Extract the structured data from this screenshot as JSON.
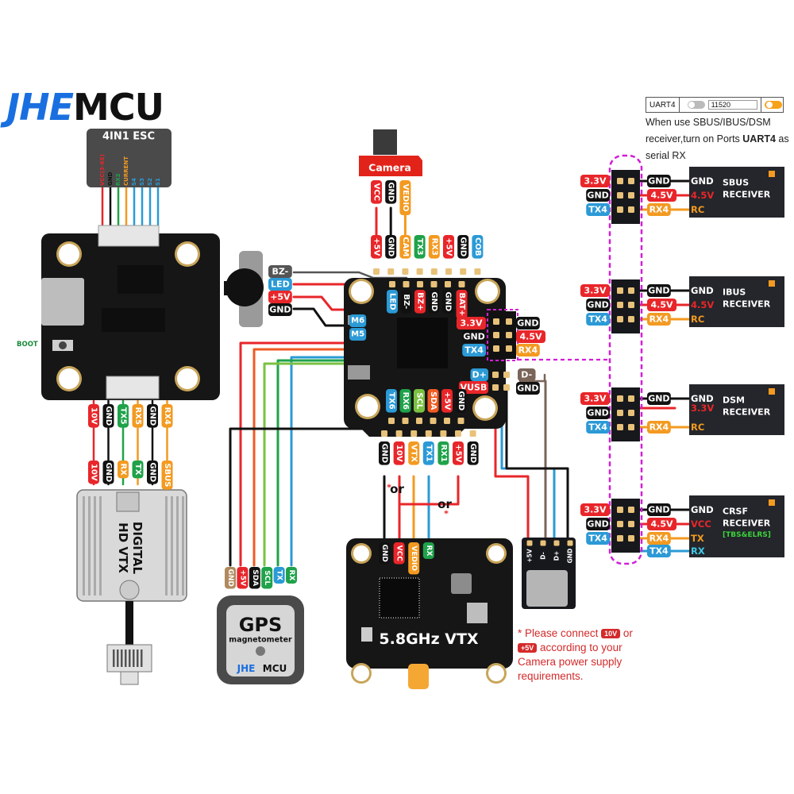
{
  "brand": {
    "part1": "JHE",
    "part2": "MCU"
  },
  "uart_panel": {
    "port": "UART4",
    "baud": "11520",
    "toggle_left_state": "off",
    "toggle_right_state": "on",
    "note_prefix": "When use SBUS/IBUS/DSM receiver,turn on Ports ",
    "note_bold": "UART4",
    "note_suffix": " as serial RX"
  },
  "esc": {
    "title": "4IN1 ESC",
    "pins": [
      {
        "label": "VCC(3-6S)",
        "color": "#e8262a"
      },
      {
        "label": "GND",
        "color": "#111111"
      },
      {
        "label": "RX2",
        "color": "#1fa24a"
      },
      {
        "label": "CURRENT",
        "color": "#f39a21"
      },
      {
        "label": "S4",
        "color": "#2b9ad6"
      },
      {
        "label": "S3",
        "color": "#2b9ad6"
      },
      {
        "label": "S2",
        "color": "#2b9ad6"
      },
      {
        "label": "S1",
        "color": "#2b9ad6"
      }
    ]
  },
  "fc_left": {
    "boot_label": "BOOT",
    "bottom_pins": [
      {
        "label": "10V",
        "color": "#e8262a"
      },
      {
        "label": "GND",
        "color": "#111111"
      },
      {
        "label": "TX5",
        "color": "#1fa24a"
      },
      {
        "label": "RX5",
        "color": "#f39a21"
      },
      {
        "label": "GND",
        "color": "#111111"
      },
      {
        "label": "RX4",
        "color": "#f39a21"
      }
    ]
  },
  "digital_vtx": {
    "title_line1": "DIGITAL",
    "title_line2": "HD VTX",
    "pins": [
      {
        "label": "10V",
        "color": "#e8262a"
      },
      {
        "label": "GND",
        "color": "#111111"
      },
      {
        "label": "RX",
        "color": "#f39a21"
      },
      {
        "label": "TX",
        "color": "#1fa24a"
      },
      {
        "label": "GND",
        "color": "#111111"
      },
      {
        "label": "SBUS",
        "color": "#f39a21"
      }
    ]
  },
  "camera": {
    "title": "Camera",
    "pins": [
      {
        "label": "VCC",
        "color": "#e8262a"
      },
      {
        "label": "GND",
        "color": "#111111"
      },
      {
        "label": "VEDIO",
        "color": "#f39a21"
      }
    ]
  },
  "fc_top_pins": [
    {
      "label": "+5V",
      "color": "#e8262a"
    },
    {
      "label": "GND",
      "color": "#111111"
    },
    {
      "label": "CAM",
      "color": "#f39a21"
    },
    {
      "label": "TX3",
      "color": "#1fa24a"
    },
    {
      "label": "RX3",
      "color": "#f39a21"
    },
    {
      "label": "+5V",
      "color": "#e8262a"
    },
    {
      "label": "GND",
      "color": "#111111"
    },
    {
      "label": "COB",
      "color": "#2b9ad6"
    }
  ],
  "fc_inner_top_pins": [
    {
      "label": "LED",
      "color": "#2b9ad6"
    },
    {
      "label": "BZ-",
      "color": "#111111"
    },
    {
      "label": "BZ+",
      "color": "#e8262a"
    },
    {
      "label": "GND",
      "color": "#111111"
    },
    {
      "label": "GND",
      "color": "#111111"
    },
    {
      "label": "BAT+",
      "color": "#e8262a"
    }
  ],
  "buzzer": {
    "pins": [
      {
        "label": "BZ-",
        "color": "#555555"
      },
      {
        "label": "LED",
        "color": "#2b9ad6"
      },
      {
        "label": "+5V",
        "color": "#e8262a"
      },
      {
        "label": "GND",
        "color": "#111111"
      }
    ]
  },
  "motor_labels": [
    "M6",
    "M5"
  ],
  "uart4_pad": {
    "left": [
      {
        "label": "3.3V",
        "color": "#e8262a"
      },
      {
        "label": "GND",
        "color": "#111111"
      },
      {
        "label": "TX4",
        "color": "#2b9ad6"
      }
    ],
    "right": [
      {
        "label": "GND",
        "color": "#111111"
      },
      {
        "label": "4.5V",
        "color": "#e8262a"
      },
      {
        "label": "RX4",
        "color": "#f39a21"
      }
    ]
  },
  "usb_pad": {
    "left": [
      {
        "label": "D+",
        "color": "#2b9ad6"
      },
      {
        "label": "VUSB",
        "color": "#e8262a"
      }
    ],
    "right": [
      {
        "label": "D-",
        "color": "#6b5347"
      },
      {
        "label": "GND",
        "color": "#111111"
      }
    ]
  },
  "fc_bottom_inner_pins": [
    {
      "label": "TX6",
      "color": "#2b9ad6"
    },
    {
      "label": "RX6",
      "color": "#1fa24a"
    },
    {
      "label": "SCL",
      "color": "#7ac142"
    },
    {
      "label": "SDA",
      "color": "#f05a22"
    },
    {
      "label": "+5V",
      "color": "#e8262a"
    },
    {
      "label": "GND",
      "color": "#111111"
    }
  ],
  "fc_bottom_pins": [
    {
      "label": "GND",
      "color": "#111111"
    },
    {
      "label": "10V",
      "color": "#e8262a"
    },
    {
      "label": "VTX",
      "color": "#f39a21"
    },
    {
      "label": "TX1",
      "color": "#2b9ad6"
    },
    {
      "label": "RX1",
      "color": "#1fa24a"
    },
    {
      "label": "+5V",
      "color": "#e8262a"
    },
    {
      "label": "GND",
      "color": "#111111"
    }
  ],
  "or_labels": [
    "or",
    "or"
  ],
  "analog_vtx": {
    "title": "5.8GHz VTX",
    "pins": [
      {
        "label": "GND",
        "color": "#111111"
      },
      {
        "label": "VCC",
        "color": "#e8262a"
      },
      {
        "label": "VEDIO",
        "color": "#f39a21"
      },
      {
        "label": "RX",
        "color": "#1fa24a"
      }
    ]
  },
  "gps": {
    "title": "GPS",
    "subtitle": "magnetometer",
    "brand1": "JHE",
    "brand2": "MCU",
    "pins": [
      {
        "label": "GND",
        "color": "#b08a5e"
      },
      {
        "label": "+5V",
        "color": "#e8262a"
      },
      {
        "label": "SDA",
        "color": "#111111"
      },
      {
        "label": "SCL",
        "color": "#1fa24a"
      },
      {
        "label": "TX",
        "color": "#2b9ad6"
      },
      {
        "label": "RX",
        "color": "#1fa24a"
      }
    ]
  },
  "usb_c_board": {
    "pins": [
      "+5V",
      "D-",
      "D+",
      "GND"
    ]
  },
  "receivers": [
    {
      "name_line1": "SBUS",
      "name_line2": "RECEIVER",
      "name_line3": "",
      "pad_left": [
        "3.3V",
        "GND",
        "TX4"
      ],
      "wires": [
        {
          "pad_label": "GND",
          "rx_label": "GND",
          "color": "#111111",
          "rx_color": "#ffffff"
        },
        {
          "pad_label": "4.5V",
          "rx_label": "4.5V",
          "color": "#e8262a",
          "rx_color": "#e8262a"
        },
        {
          "pad_label": "RX4",
          "rx_label": "RC",
          "color": "#f39a21",
          "rx_color": "#f39a21"
        }
      ]
    },
    {
      "name_line1": "IBUS",
      "name_line2": "RECEIVER",
      "name_line3": "",
      "pad_left": [
        "3.3V",
        "GND",
        "TX4"
      ],
      "wires": [
        {
          "pad_label": "GND",
          "rx_label": "GND",
          "color": "#111111",
          "rx_color": "#ffffff"
        },
        {
          "pad_label": "4.5V",
          "rx_label": "4.5V",
          "color": "#e8262a",
          "rx_color": "#e8262a"
        },
        {
          "pad_label": "RX4",
          "rx_label": "RC",
          "color": "#f39a21",
          "rx_color": "#f39a21"
        }
      ]
    },
    {
      "name_line1": "DSM",
      "name_line2": "RECEIVER",
      "name_line3": "",
      "pad_left": [
        "3.3V",
        "GND",
        "TX4"
      ],
      "wires": [
        {
          "pad_label": "GND",
          "rx_label": "GND",
          "color": "#111111",
          "rx_color": "#ffffff"
        },
        {
          "pad_label": "",
          "rx_label": "3.3V",
          "color": "#e8262a",
          "rx_color": "#e8262a"
        },
        {
          "pad_label": "RX4",
          "rx_label": "RC",
          "color": "#f39a21",
          "rx_color": "#f39a21"
        }
      ]
    },
    {
      "name_line1": "CRSF",
      "name_line2": "RECEIVER",
      "name_line3": "[TBS&ELRS]",
      "pad_left": [
        "3.3V",
        "GND",
        "TX4"
      ],
      "wires": [
        {
          "pad_label": "GND",
          "rx_label": "GND",
          "color": "#111111",
          "rx_color": "#ffffff"
        },
        {
          "pad_label": "4.5V",
          "rx_label": "VCC",
          "color": "#e8262a",
          "rx_color": "#e8262a"
        },
        {
          "pad_label": "RX4",
          "rx_label": "TX",
          "color": "#f39a21",
          "rx_color": "#f39a21"
        },
        {
          "pad_label": "TX4",
          "rx_label": "RX",
          "color": "#2b9ad6",
          "rx_color": "#3fc8e6"
        }
      ]
    }
  ],
  "footnote": {
    "star": "*",
    "line_a": "Please connect ",
    "pill_a": "10V",
    "line_b": " or ",
    "pill_b": "+5V",
    "line_c": " according to your Camera power supply requirements."
  }
}
